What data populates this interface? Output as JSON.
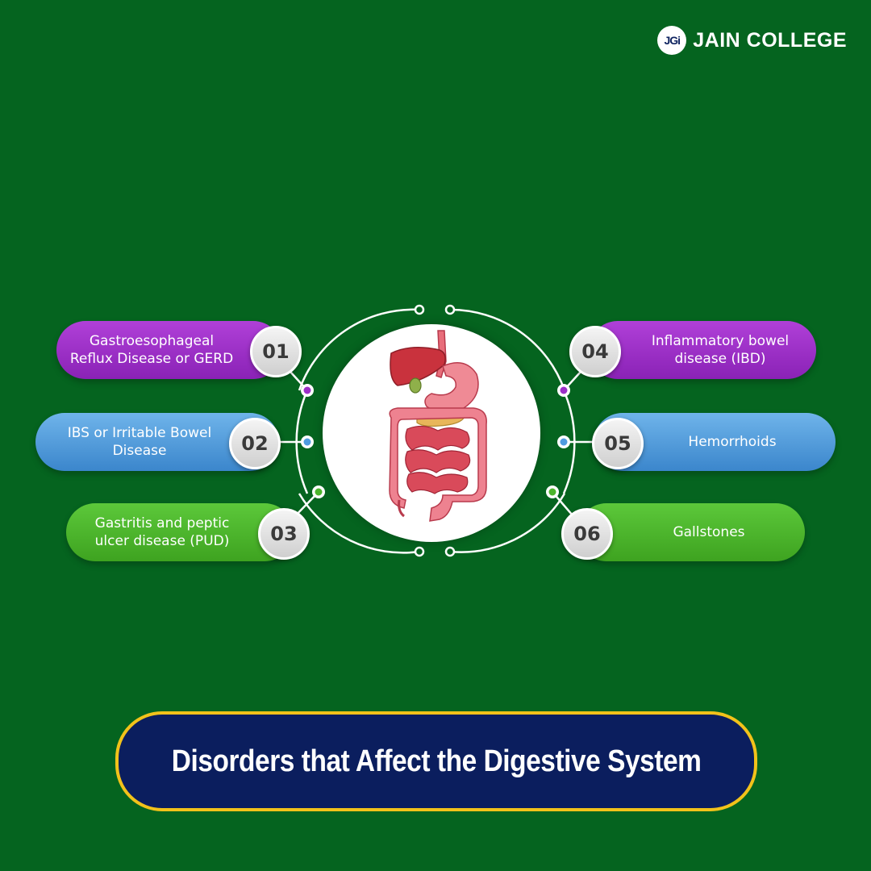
{
  "brand": {
    "logo_text": "JGi",
    "name": "JAIN COLLEGE"
  },
  "disorders": [
    {
      "number": "01",
      "label": "Gastroesophageal Reflux Disease or GERD",
      "color": "#9b2fc8"
    },
    {
      "number": "02",
      "label": "IBS or Irritable Bowel Disease",
      "color": "#4f9be0"
    },
    {
      "number": "03",
      "label": "Gastritis and peptic ulcer disease (PUD)",
      "color": "#4cb52c"
    },
    {
      "number": "04",
      "label": "Inflammatory bowel disease (IBD)",
      "color": "#9b2fc8"
    },
    {
      "number": "05",
      "label": "Hemorrhoids",
      "color": "#4f9be0"
    },
    {
      "number": "06",
      "label": "Gallstones",
      "color": "#4cb52c"
    }
  ],
  "center_image": {
    "icon": "digestive-system-icon"
  },
  "title": "Disorders that Affect the Digestive System",
  "colors": {
    "background": "#05641f",
    "banner": "#0b1e5e",
    "banner_border": "#f2c21a"
  }
}
